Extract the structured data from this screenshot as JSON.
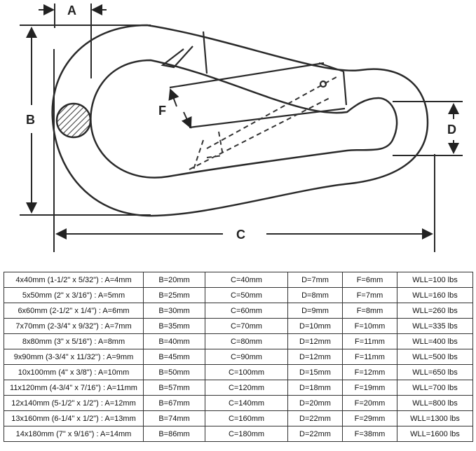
{
  "diagram": {
    "labels": {
      "a": "A",
      "b": "B",
      "c": "C",
      "d": "D",
      "f": "F"
    },
    "colors": {
      "line": "#2a2a2a",
      "hatch": "#444444",
      "dashed": "#333333"
    }
  },
  "spec_table": {
    "rows": [
      [
        "4x40mm (1-1/2\" x 5/32\") : A=4mm",
        "B=20mm",
        "C=40mm",
        "D=7mm",
        "F=6mm",
        "WLL=100 lbs"
      ],
      [
        "5x50mm (2\" x 3/16\") : A=5mm",
        "B=25mm",
        "C=50mm",
        "D=8mm",
        "F=7mm",
        "WLL=160 lbs"
      ],
      [
        "6x60mm (2-1/2\" x 1/4\") : A=6mm",
        "B=30mm",
        "C=60mm",
        "D=9mm",
        "F=8mm",
        "WLL=260 lbs"
      ],
      [
        "7x70mm (2-3/4\" x 9/32\") : A=7mm",
        "B=35mm",
        "C=70mm",
        "D=10mm",
        "F=10mm",
        "WLL=335 lbs"
      ],
      [
        "8x80mm (3\" x 5/16\") : A=8mm",
        "B=40mm",
        "C=80mm",
        "D=12mm",
        "F=11mm",
        "WLL=400 lbs"
      ],
      [
        "9x90mm (3-3/4\" x 11/32\") : A=9mm",
        "B=45mm",
        "C=90mm",
        "D=12mm",
        "F=11mm",
        "WLL=500 lbs"
      ],
      [
        "10x100mm (4\" x 3/8\") : A=10mm",
        "B=50mm",
        "C=100mm",
        "D=15mm",
        "F=12mm",
        "WLL=650 lbs"
      ],
      [
        "11x120mm (4-3/4\" x 7/16\") : A=11mm",
        "B=57mm",
        "C=120mm",
        "D=18mm",
        "F=19mm",
        "WLL=700 lbs"
      ],
      [
        "12x140mm (5-1/2\" x 1/2\") : A=12mm",
        "B=67mm",
        "C=140mm",
        "D=20mm",
        "F=20mm",
        "WLL=800 lbs"
      ],
      [
        "13x160mm (6-1/4\" x 1/2\") : A=13mm",
        "B=74mm",
        "C=160mm",
        "D=22mm",
        "F=29mm",
        "WLL=1300 lbs"
      ],
      [
        "14x180mm (7\" x 9/16\") : A=14mm",
        "B=86mm",
        "C=180mm",
        "D=22mm",
        "F=38mm",
        "WLL=1600 lbs"
      ]
    ]
  }
}
